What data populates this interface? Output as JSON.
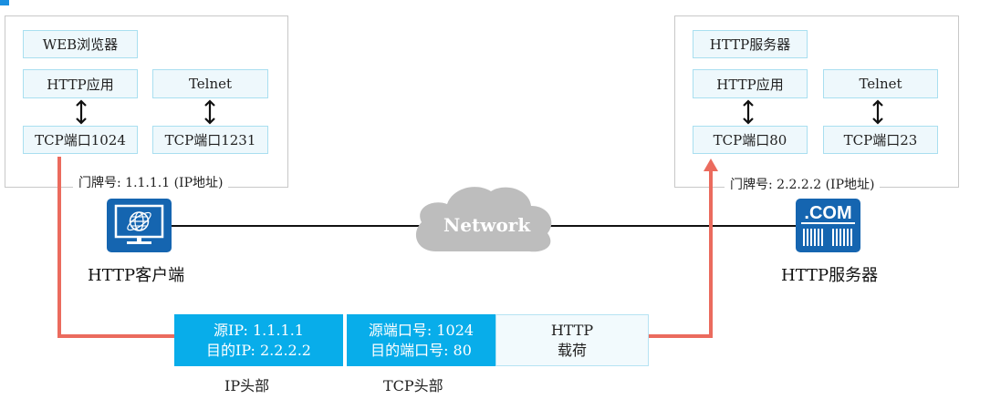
{
  "client": {
    "app_label": "WEB浏览器",
    "apps": [
      {
        "name": "HTTP应用",
        "port": "TCP端口1024"
      },
      {
        "name": "Telnet",
        "port": "TCP端口1231"
      }
    ],
    "address_caption": "门牌号: 1.1.1.1 (IP地址)",
    "node_label": "HTTP客户端",
    "icon": "computer-globe-icon"
  },
  "server": {
    "app_label": "HTTP服务器",
    "apps": [
      {
        "name": "HTTP应用",
        "port": "TCP端口80"
      },
      {
        "name": "Telnet",
        "port": "TCP端口23"
      }
    ],
    "address_caption": "门牌号: 2.2.2.2 (IP地址)",
    "node_label": "HTTP服务器",
    "icon_text": ".COM",
    "icon": "dotcom-server-icon"
  },
  "network": {
    "label": "Network"
  },
  "packet": {
    "ip_header": {
      "line1": "源IP: 1.1.1.1",
      "line2": "目的IP: 2.2.2.2",
      "caption": "IP头部"
    },
    "tcp_header": {
      "line1": "源端口号: 1024",
      "line2": "目的端口号: 80",
      "caption": "TCP头部"
    },
    "payload": {
      "line1": "HTTP",
      "line2": "载荷"
    }
  },
  "colors": {
    "flow_arrow": "#eb6b5e",
    "header_fill": "#08adea",
    "icon_blue": "#1565b0",
    "cloud": "#bdbdbd"
  }
}
